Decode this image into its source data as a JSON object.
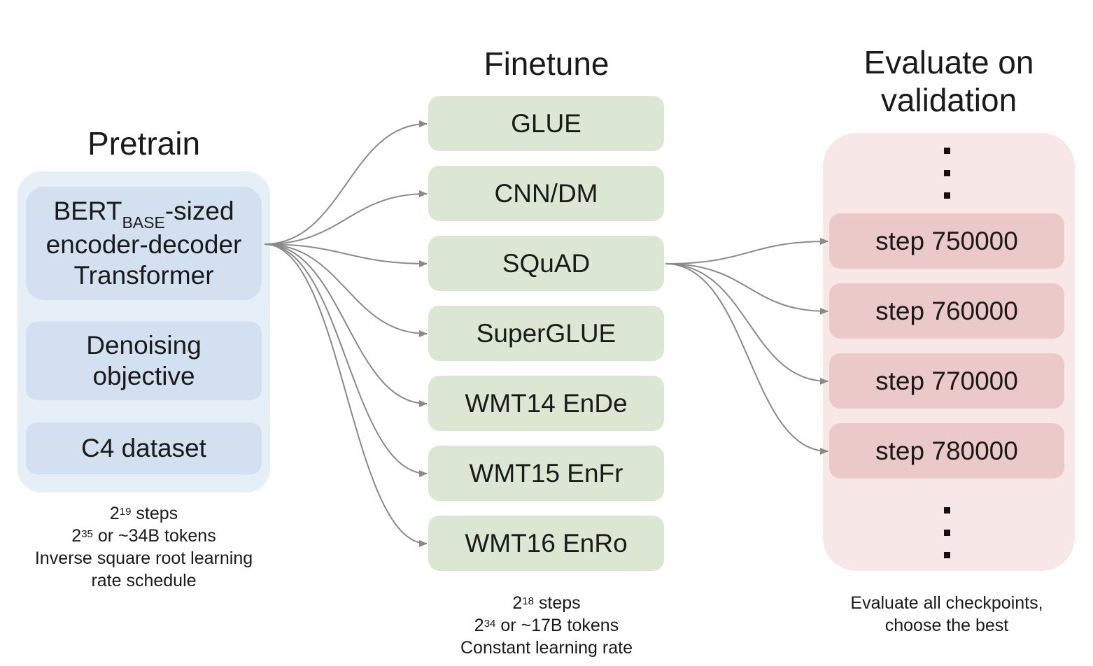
{
  "pretrain": {
    "title": "Pretrain",
    "model": {
      "prefix": "BERT",
      "sub": "BASE",
      "suffix": "-sized",
      "line2": "encoder-decoder",
      "line3": "Transformer"
    },
    "objective": {
      "line1": "Denoising",
      "line2": "objective"
    },
    "dataset": "C4 dataset",
    "caption": {
      "steps_base": "2",
      "steps_exp": "19",
      "steps_text": " steps",
      "tokens_base": "2",
      "tokens_exp": "35",
      "tokens_text": "  or ~34B tokens",
      "line3": "Inverse square root learning",
      "line4": "rate schedule"
    }
  },
  "finetune": {
    "title": "Finetune",
    "tasks": [
      "GLUE",
      "CNN/DM",
      "SQuAD",
      "SuperGLUE",
      "WMT14 EnDe",
      "WMT15 EnFr",
      "WMT16 EnRo"
    ],
    "caption": {
      "steps_base": "2",
      "steps_exp": "18",
      "steps_text": " steps",
      "tokens_base": "2",
      "tokens_exp": "34",
      "tokens_text": "  or ~17B tokens",
      "line3": "Constant learning rate"
    }
  },
  "evaluate": {
    "title_line1": "Evaluate on",
    "title_line2": "validation",
    "steps": [
      "step 750000",
      "step 760000",
      "step 770000",
      "step 780000"
    ],
    "caption": {
      "line1": "Evaluate  all checkpoints,",
      "line2": "choose the best"
    }
  },
  "colors": {
    "pretrain_panel": "#e6eef7",
    "pretrain_box": "#d3e0f0",
    "finetune_box": "#dbe7d3",
    "evaluate_panel": "#f7e7e7",
    "evaluate_box": "#ecc9c9",
    "arrow": "#8a8a8a"
  }
}
